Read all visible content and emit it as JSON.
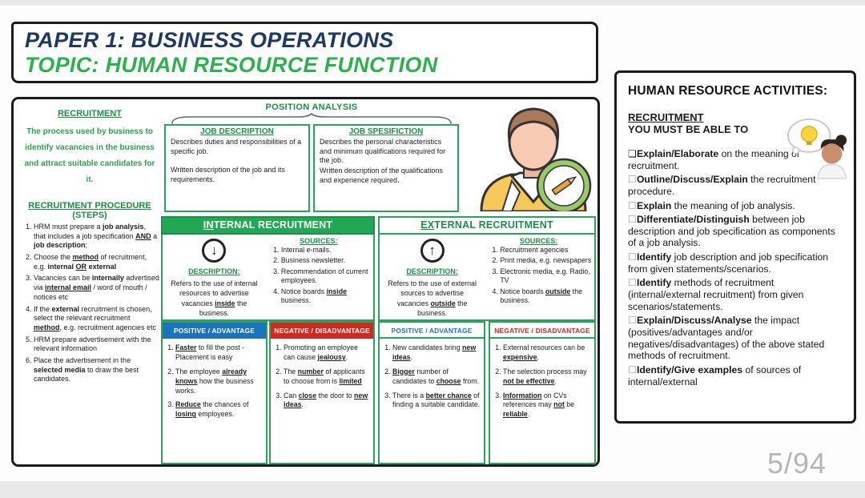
{
  "page": {
    "number": "5/94"
  },
  "colors": {
    "navy": "#1f3864",
    "green_title": "#2eb050",
    "green_text": "#1e8e47",
    "green_bar": "#22a855",
    "blue_header": "#1b74bc",
    "red_header": "#cf2a20",
    "page_number_gray": "#b5b5b5"
  },
  "title_box": {
    "line1": "PAPER 1: BUSINESS OPERATIONS",
    "line2": "TOPIC: HUMAN RESOURCE FUNCTION"
  },
  "left_column": {
    "heading": "RECRUITMENT",
    "definition": "The process used by business to identify vacancies in the business and attract suitable candidates for it.",
    "procedure_heading": "RECRUITMENT PROCEDURE",
    "procedure_sub": "(STEPS)",
    "steps": [
      "HRM must prepare a <b>job analysis</b>, that includes a job specification <u>AND</u> a <b>job description</b>;",
      "Choose the <u>method</u> of recruitment, e.g. <b>internal</b> <u>OR</u> <b>external</b>",
      "Vacancies can be <b>internally</b> advertised via <u>internal email</u> / word of mouth / notices etc",
      "If the <b>external</b> recruitment is chosen, select the relevant recruitment <u>method</u>, e.g. recruitment agencies etc",
      "HRM prepare advertisement with the relevant information",
      "Place the advertisement in the <b>selected media</b> to draw the best candidates."
    ]
  },
  "position_analysis": {
    "heading": "POSITION ANALYSIS",
    "job_description": {
      "heading": "JOB DESCRIPTION",
      "para1": "Describes duties and responsibilities of a specific job.",
      "para2": "Written description of the job and its requirements."
    },
    "job_specification": {
      "heading": "JOB SPESIFICTION",
      "para1": "Describes the personal characteristics and minimum qualifications required for the job.",
      "para2": "Written description of the qualifications and experience required."
    }
  },
  "internal": {
    "heading_html": "<u>IN</u>TERNAL RECRUITMENT",
    "description_label": "DESCRIPTION:",
    "description_html": "Refers to the use of internal resources to advertise vacancies <u>inside</u> the business.",
    "sources_label": "SOURCES:",
    "sources": [
      "Internal e-mails.",
      "Business newsletter.",
      "Recommendation of current employees.",
      "Notice boards <u>inside</u> business."
    ],
    "positive_header": "POSITIVE / ADVANTAGE",
    "positive_items": [
      "<u>Faster</u> to fill the post - Placement is easy",
      "The employee <u>already knows</u> how the business works.",
      "<u>Reduce</u> the chances of <u>losing</u> employees."
    ],
    "negative_header": "NEGATIVE / DISADVANTAGE",
    "negative_items": [
      "Promoting an employee can cause <u>jealousy</u>.",
      "The <u>number</u> of applicants to choose from is <u>limited</u>",
      "Can <u>close</u> the door to <u>new ideas</u>."
    ]
  },
  "external": {
    "heading_html": "<u>EX</u>TERNAL RECRUITMENT",
    "description_label": "DESCRIPTION:",
    "description_html": "Refers to the use of external sources to advertise vacancies <u>outside</u> the business.",
    "sources_label": "SOURCES:",
    "sources": [
      "Recruitment agencies",
      "Print media, e.g. newspapers",
      "Electronic media, e.g. Radio, TV",
      "Notice boards <u>outside</u> the business."
    ],
    "positive_header": "POSITIVE / ADVANTAGE",
    "positive_items": [
      "New candidates bring <u>new ideas</u>.",
      "<u>Bigger</u> number of candidates to <u>choose</u> from.",
      "There is a <u>better chance</u> of finding a suitable candidate."
    ],
    "negative_header": "NEGATIVE / DISADVANTAGE",
    "negative_items": [
      "External resources can be <u>expensive</u>.",
      "The selection process may <u>not be effective</u>.",
      "<u>Information</u> on CVs references may <u>not</u> be <u>reliable</u>."
    ]
  },
  "right_panel": {
    "heading": "HUMAN RESOURCE ACTIVITIES:",
    "subheading": "RECRUITMENT",
    "subheading2": "YOU MUST BE ABLE TO",
    "checklist": [
      "<b>Explain/Elaborate</b> on the meaning of recruitment.",
      "<b>Outline/Discuss/Explain</b> the recruitment procedure.",
      "<b>Explain</b> the meaning of job analysis.",
      "<b>Differentiate/Distinguish</b> between job description and job specification as components of a job analysis.",
      "<b>Identify</b> job description and job specification from given statements/scenarios.",
      "<b>Identify</b> methods of recruitment (internal/external recruitment) from given scenarios/statements.",
      "<b>Explain/Discuss/Analyse</b> the impact (positives/advantages and/or negatives/disadvantages) of the above stated methods of recruitment.",
      "<b>Identify/Give examples</b> of sources of internal/external"
    ]
  },
  "icons": {
    "internal_arrow": "down-arrow-circle-icon",
    "external_arrow": "up-arrow-circle-icon",
    "person_illustration": "businessman-pencil-badge-illustration",
    "thinker_illustration": "person-thinking-lightbulb-illustration"
  }
}
